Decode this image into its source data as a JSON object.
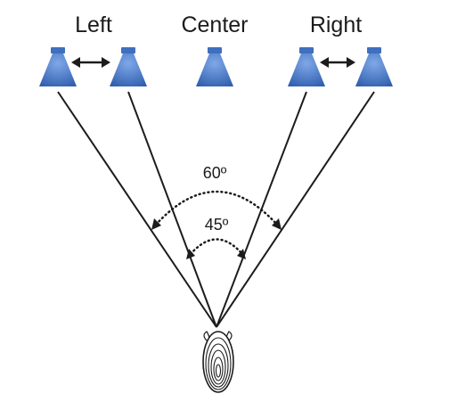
{
  "labels": {
    "left": "Left",
    "center": "Center",
    "right": "Right"
  },
  "angles": {
    "outer": "60º",
    "inner": "45º"
  },
  "colors": {
    "speaker": "#3f6fbf",
    "ink": "#1c1c1c"
  },
  "icons": {
    "speaker": "speaker-icon",
    "listener": "listener-head-icon"
  }
}
